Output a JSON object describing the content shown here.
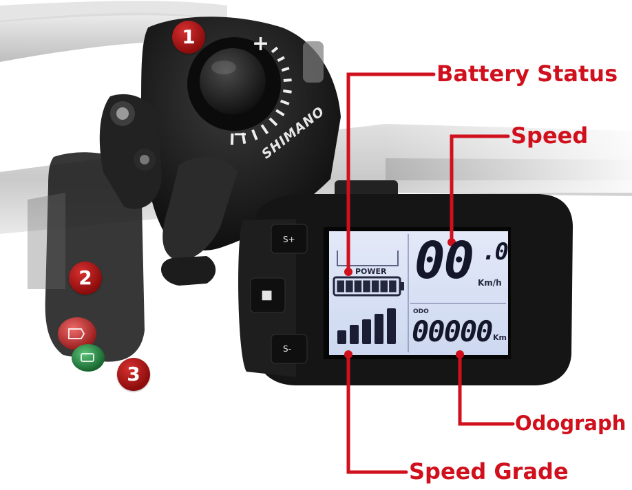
{
  "badges": [
    "1",
    "2",
    "3"
  ],
  "callouts": {
    "battery_status": "Battery Status",
    "speed": "Speed",
    "odograph": "Odograph",
    "speed_grade": "Speed Grade"
  },
  "shifter": {
    "brand": "SHIMANO",
    "plus": "+",
    "minus": "−"
  },
  "display": {
    "power_label": "POWER",
    "speed_value": "00",
    "speed_decimal": ".0",
    "speed_unit": "Km/h",
    "odo_label": "ODO",
    "odo_value": "00000",
    "odo_unit": "Km",
    "buttons": {
      "plus": "S+",
      "mode": "■",
      "minus": "S-"
    }
  },
  "battery_level": 1.0,
  "speed_grade_level": 5,
  "colors": {
    "accent": "#d0101c",
    "lcd_background": "#d9e2f5",
    "segment": "#14172a",
    "display_bezel": "#141414",
    "shifter_body": "#151515",
    "red_button": "#c8252a",
    "green_button": "#1c8a3a"
  }
}
